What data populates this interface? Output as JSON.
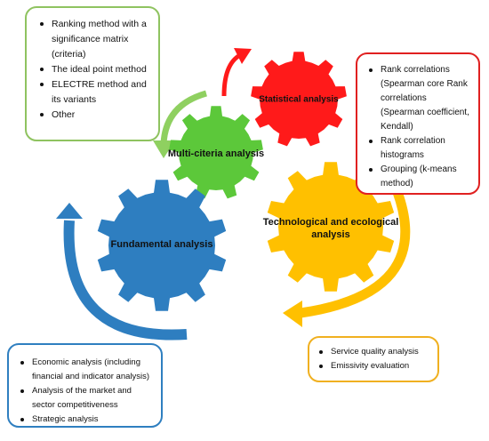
{
  "gears": {
    "statistical": {
      "label": "Statistical analysis",
      "color": "#ff1a1a"
    },
    "multicriteria": {
      "label": "Multi-citeria analysis",
      "color": "#5cc83a"
    },
    "fundamental": {
      "label": "Fundamental analysis",
      "color": "#2e7ec0"
    },
    "technological": {
      "label": "Technological and ecological analysis",
      "color": "#ffc000"
    }
  },
  "boxes": {
    "criteria": {
      "color": "#8fc360",
      "items": [
        "Ranking method with a significance matrix (criteria)",
        "The ideal point method",
        "ELECTRE method and its variants",
        "Other"
      ]
    },
    "statistical": {
      "color": "#e02020",
      "items": [
        "Rank correlations (Spearman core Rank correlations (Spearman coefficient, Kendall)",
        "Rank correlation histograms",
        "Grouping (k-means method)"
      ]
    },
    "fundamental": {
      "color": "#2f7fc0",
      "items": [
        "Economic analysis (including financial and indicator analysis)",
        "Analysis of the market and sector competitiveness",
        "Strategic analysis"
      ]
    },
    "technological": {
      "color": "#f0b020",
      "items": [
        "Service quality analysis",
        "Emissivity evaluation"
      ]
    }
  },
  "arrows": {
    "red": "#ff1a1a",
    "green": "#8fd060",
    "blue": "#2e7ec0",
    "yellow": "#ffc000"
  }
}
